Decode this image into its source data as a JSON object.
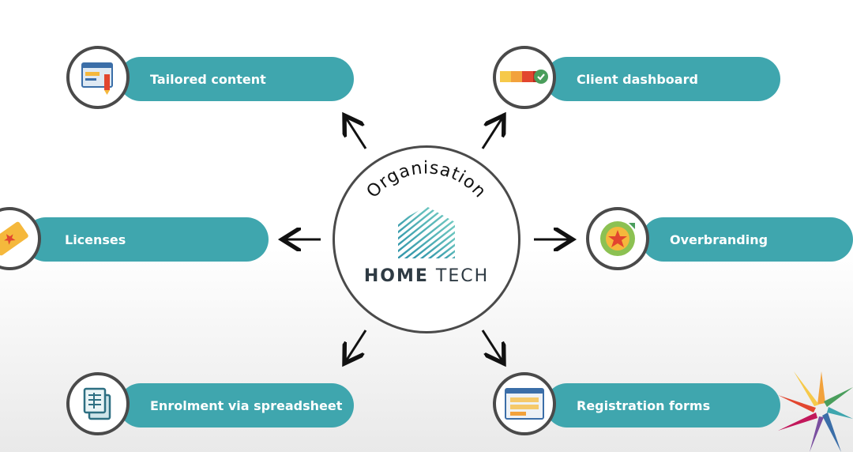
{
  "center": {
    "arc_label": "Organisation",
    "brand_bold": "HOME",
    "brand_light": "TECH"
  },
  "nodes": {
    "tailored_content": "Tailored content",
    "client_dashboard": "Client dashboard",
    "licenses": "Licenses",
    "overbranding": "Overbranding",
    "enrolment": "Enrolment via spreadsheet",
    "registration_forms": "Registration forms"
  },
  "colors": {
    "pill": "#3fa6ae",
    "border": "#4a4a4a",
    "logo_top": "#7fd6c6",
    "logo_bottom": "#2a8fa8"
  }
}
